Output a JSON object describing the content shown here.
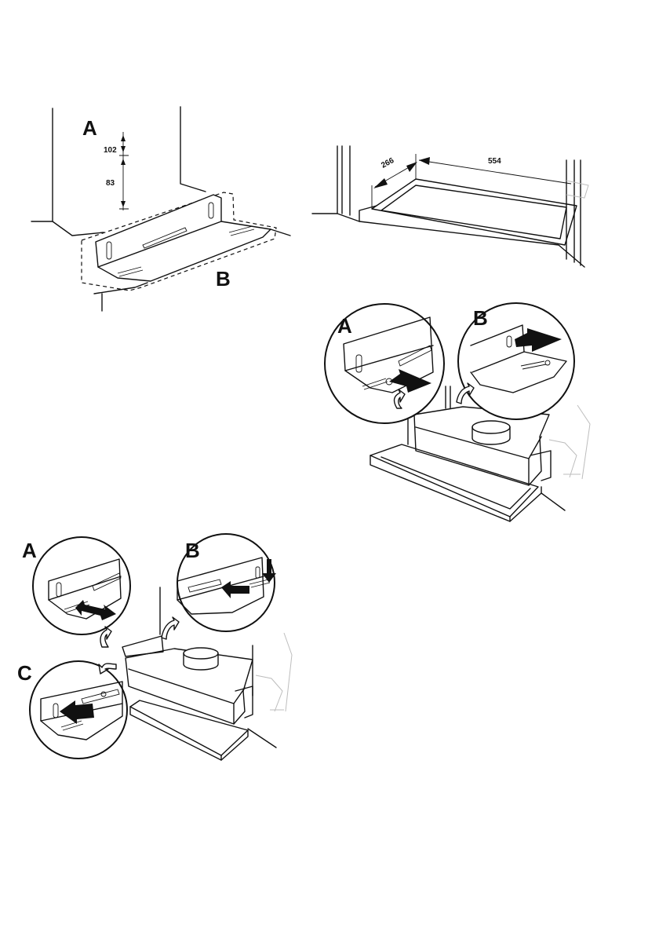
{
  "fig1": {
    "label_a": "A",
    "label_b": "B",
    "dim_top": "102",
    "dim_bottom": "83"
  },
  "fig2": {
    "dim_depth": "266",
    "dim_width": "554"
  },
  "fig3": {
    "label_a": "A",
    "label_b": "B"
  },
  "fig4": {
    "label_a": "A",
    "label_b": "B",
    "label_c": "C"
  }
}
